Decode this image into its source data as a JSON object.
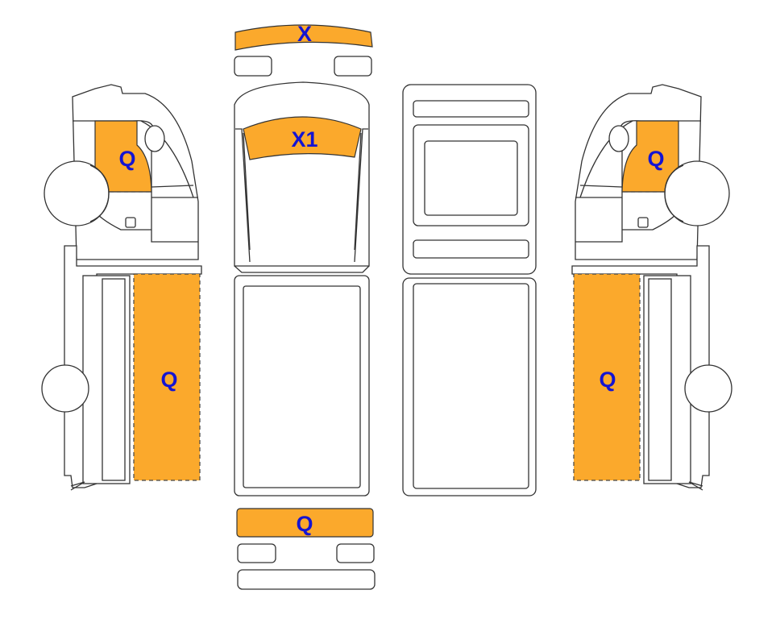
{
  "diagram": {
    "damage_color": "#FBA92C",
    "label_color": "#1414D2",
    "zones": {
      "front_bumper": "X",
      "windshield": "X1",
      "rear_bumper": "Q",
      "left_cab_door": "Q",
      "left_cargo_side": "Q",
      "right_cab_door": "Q",
      "right_cargo_side": "Q"
    }
  }
}
